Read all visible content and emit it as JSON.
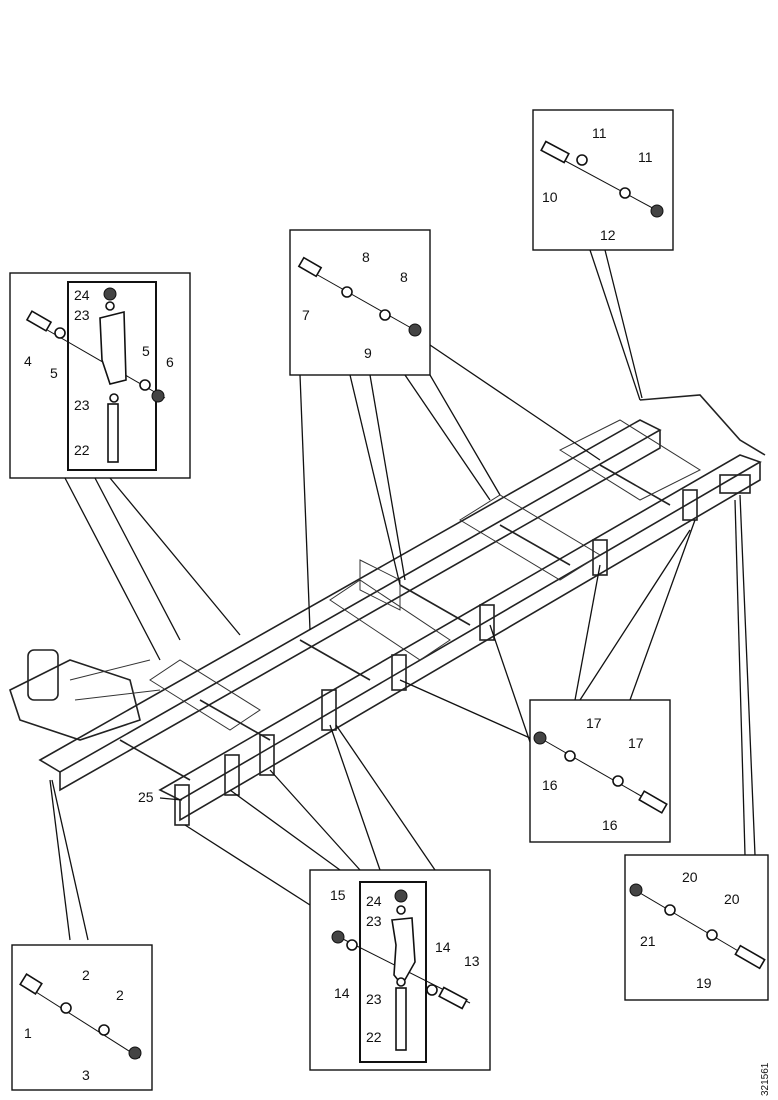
{
  "labels": {
    "l1": "1",
    "l2a": "2",
    "l2b": "2",
    "l3": "3",
    "l4": "4",
    "l5a": "5",
    "l5b": "5",
    "l6": "6",
    "l7": "7",
    "l8a": "8",
    "l8b": "8",
    "l9": "9",
    "l10": "10",
    "l11a": "11",
    "l11b": "11",
    "l12": "12",
    "l13": "13",
    "l14a": "14",
    "l14b": "14",
    "l15": "15",
    "l16a": "16",
    "l16b": "16",
    "l17a": "17",
    "l17b": "17",
    "l19": "19",
    "l20a": "20",
    "l20b": "20",
    "l21": "21",
    "l22a": "22",
    "l22b": "22",
    "l23a": "23",
    "l23b": "23",
    "l23c": "23",
    "l23d": "23",
    "l24a": "24",
    "l24b": "24",
    "l25": "25"
  },
  "drawing_code": "321561"
}
